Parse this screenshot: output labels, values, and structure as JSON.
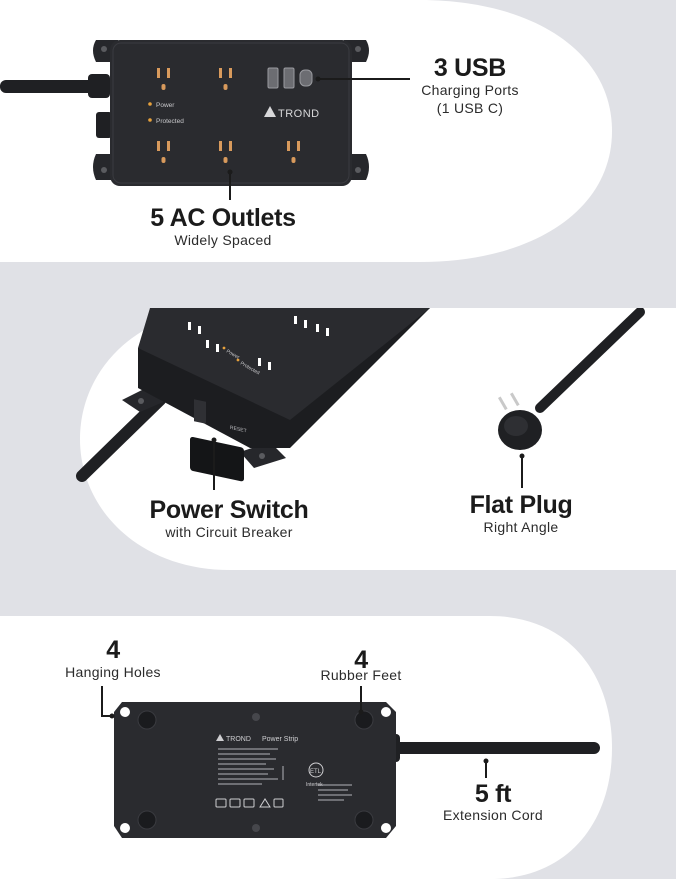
{
  "colors": {
    "background": "#e0e1e6",
    "panel": "#ffffff",
    "device": "#2a2b2f",
    "text": "#1b1b1b"
  },
  "panel_top": {
    "usb": {
      "title": "3 USB",
      "line1": "Charging Ports",
      "line2": "(1 USB C)"
    },
    "outlets": {
      "title": "5 AC Outlets",
      "line1": "Widely Spaced"
    },
    "device": {
      "brand": "TROND",
      "indicator_power": "Power",
      "indicator_protected": "Protected"
    }
  },
  "panel_middle": {
    "switch": {
      "title": "Power Switch",
      "line1": "with Circuit Breaker"
    },
    "plug": {
      "title": "Flat Plug",
      "line1": "Right Angle"
    },
    "device": {
      "indicator_power": "Power",
      "indicator_protected": "Protected",
      "switch_label": "RESET"
    }
  },
  "panel_bottom": {
    "holes": {
      "count": "4",
      "line1": "Hanging Holes"
    },
    "feet": {
      "count": "4",
      "line1": "Rubber Feet"
    },
    "cord": {
      "title": "5 ft",
      "line1": "Extension Cord"
    },
    "device": {
      "brand": "TROND",
      "product": "Power Strip",
      "listing_mark": "ETL",
      "listing_name": "Intertek"
    }
  }
}
